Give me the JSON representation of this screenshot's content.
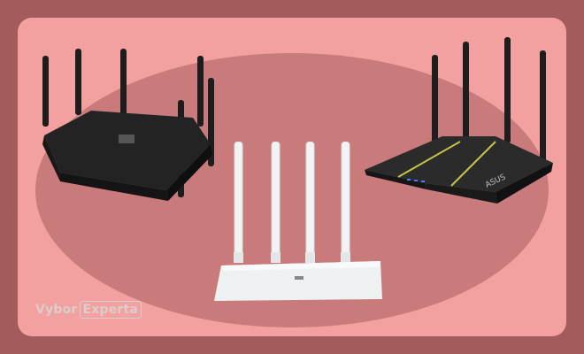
{
  "image": {
    "background_color": "#a45b5b",
    "card_color": "#f2a1a0",
    "ellipse_color": "#c97b7c",
    "objects": [
      {
        "name": "black-router-six-antennas",
        "color": "#1f1f1f"
      },
      {
        "name": "white-router-four-antennas",
        "color": "#eef1f2"
      },
      {
        "name": "black-router-four-antennas",
        "color": "#262626"
      }
    ],
    "watermark": {
      "part1": "Vybor",
      "part2": "Experta"
    },
    "router_logo_right": "ASUS"
  }
}
